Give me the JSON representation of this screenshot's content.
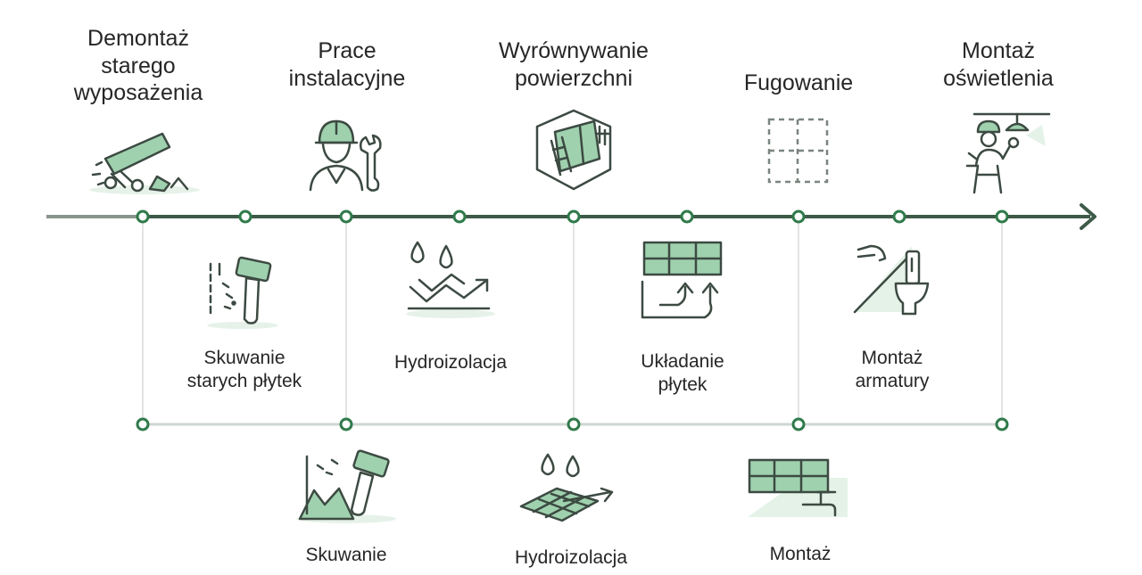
{
  "colors": {
    "accent": "#2f7a4a",
    "axis": "#3e5a48",
    "icon_stroke": "#3c4a42",
    "icon_fill": "#9fd1ae",
    "guide": "#d8dcd9"
  },
  "top_steps": [
    {
      "label": [
        "Demontaż",
        "starego",
        "wyposażenia"
      ],
      "icon": "debris-icon"
    },
    {
      "label": [
        "Prace",
        "instalacyjne"
      ],
      "icon": "worker-wrench-icon"
    },
    {
      "label": [
        "Wyrównywanie",
        "powierzchni"
      ],
      "icon": "wall-ladder-icon"
    },
    {
      "label": [
        "Fugowanie"
      ],
      "icon": "grout-grid-icon"
    },
    {
      "label": [
        "Montaż",
        "oświetlenia"
      ],
      "icon": "electrician-lamp-icon"
    }
  ],
  "middle_steps": [
    {
      "label": [
        "Skuwanie",
        "starych płytek"
      ],
      "icon": "hammer-icon"
    },
    {
      "label": [
        "Hydroizolacja"
      ],
      "icon": "waterproofing-icon"
    },
    {
      "label": [
        "Układanie",
        "płytek"
      ],
      "icon": "tile-laying-icon"
    },
    {
      "label": [
        "Montaż",
        "armatury"
      ],
      "icon": "toilet-fixture-icon"
    }
  ],
  "bottom_steps": [
    {
      "label": [
        "Skuwanie"
      ],
      "icon": "hammer-rubble-icon"
    },
    {
      "label": [
        "Hydroizolacja"
      ],
      "icon": "waterproofing-floor-icon"
    },
    {
      "label": [
        "Montaż"
      ],
      "icon": "tiles-faucet-icon"
    }
  ]
}
